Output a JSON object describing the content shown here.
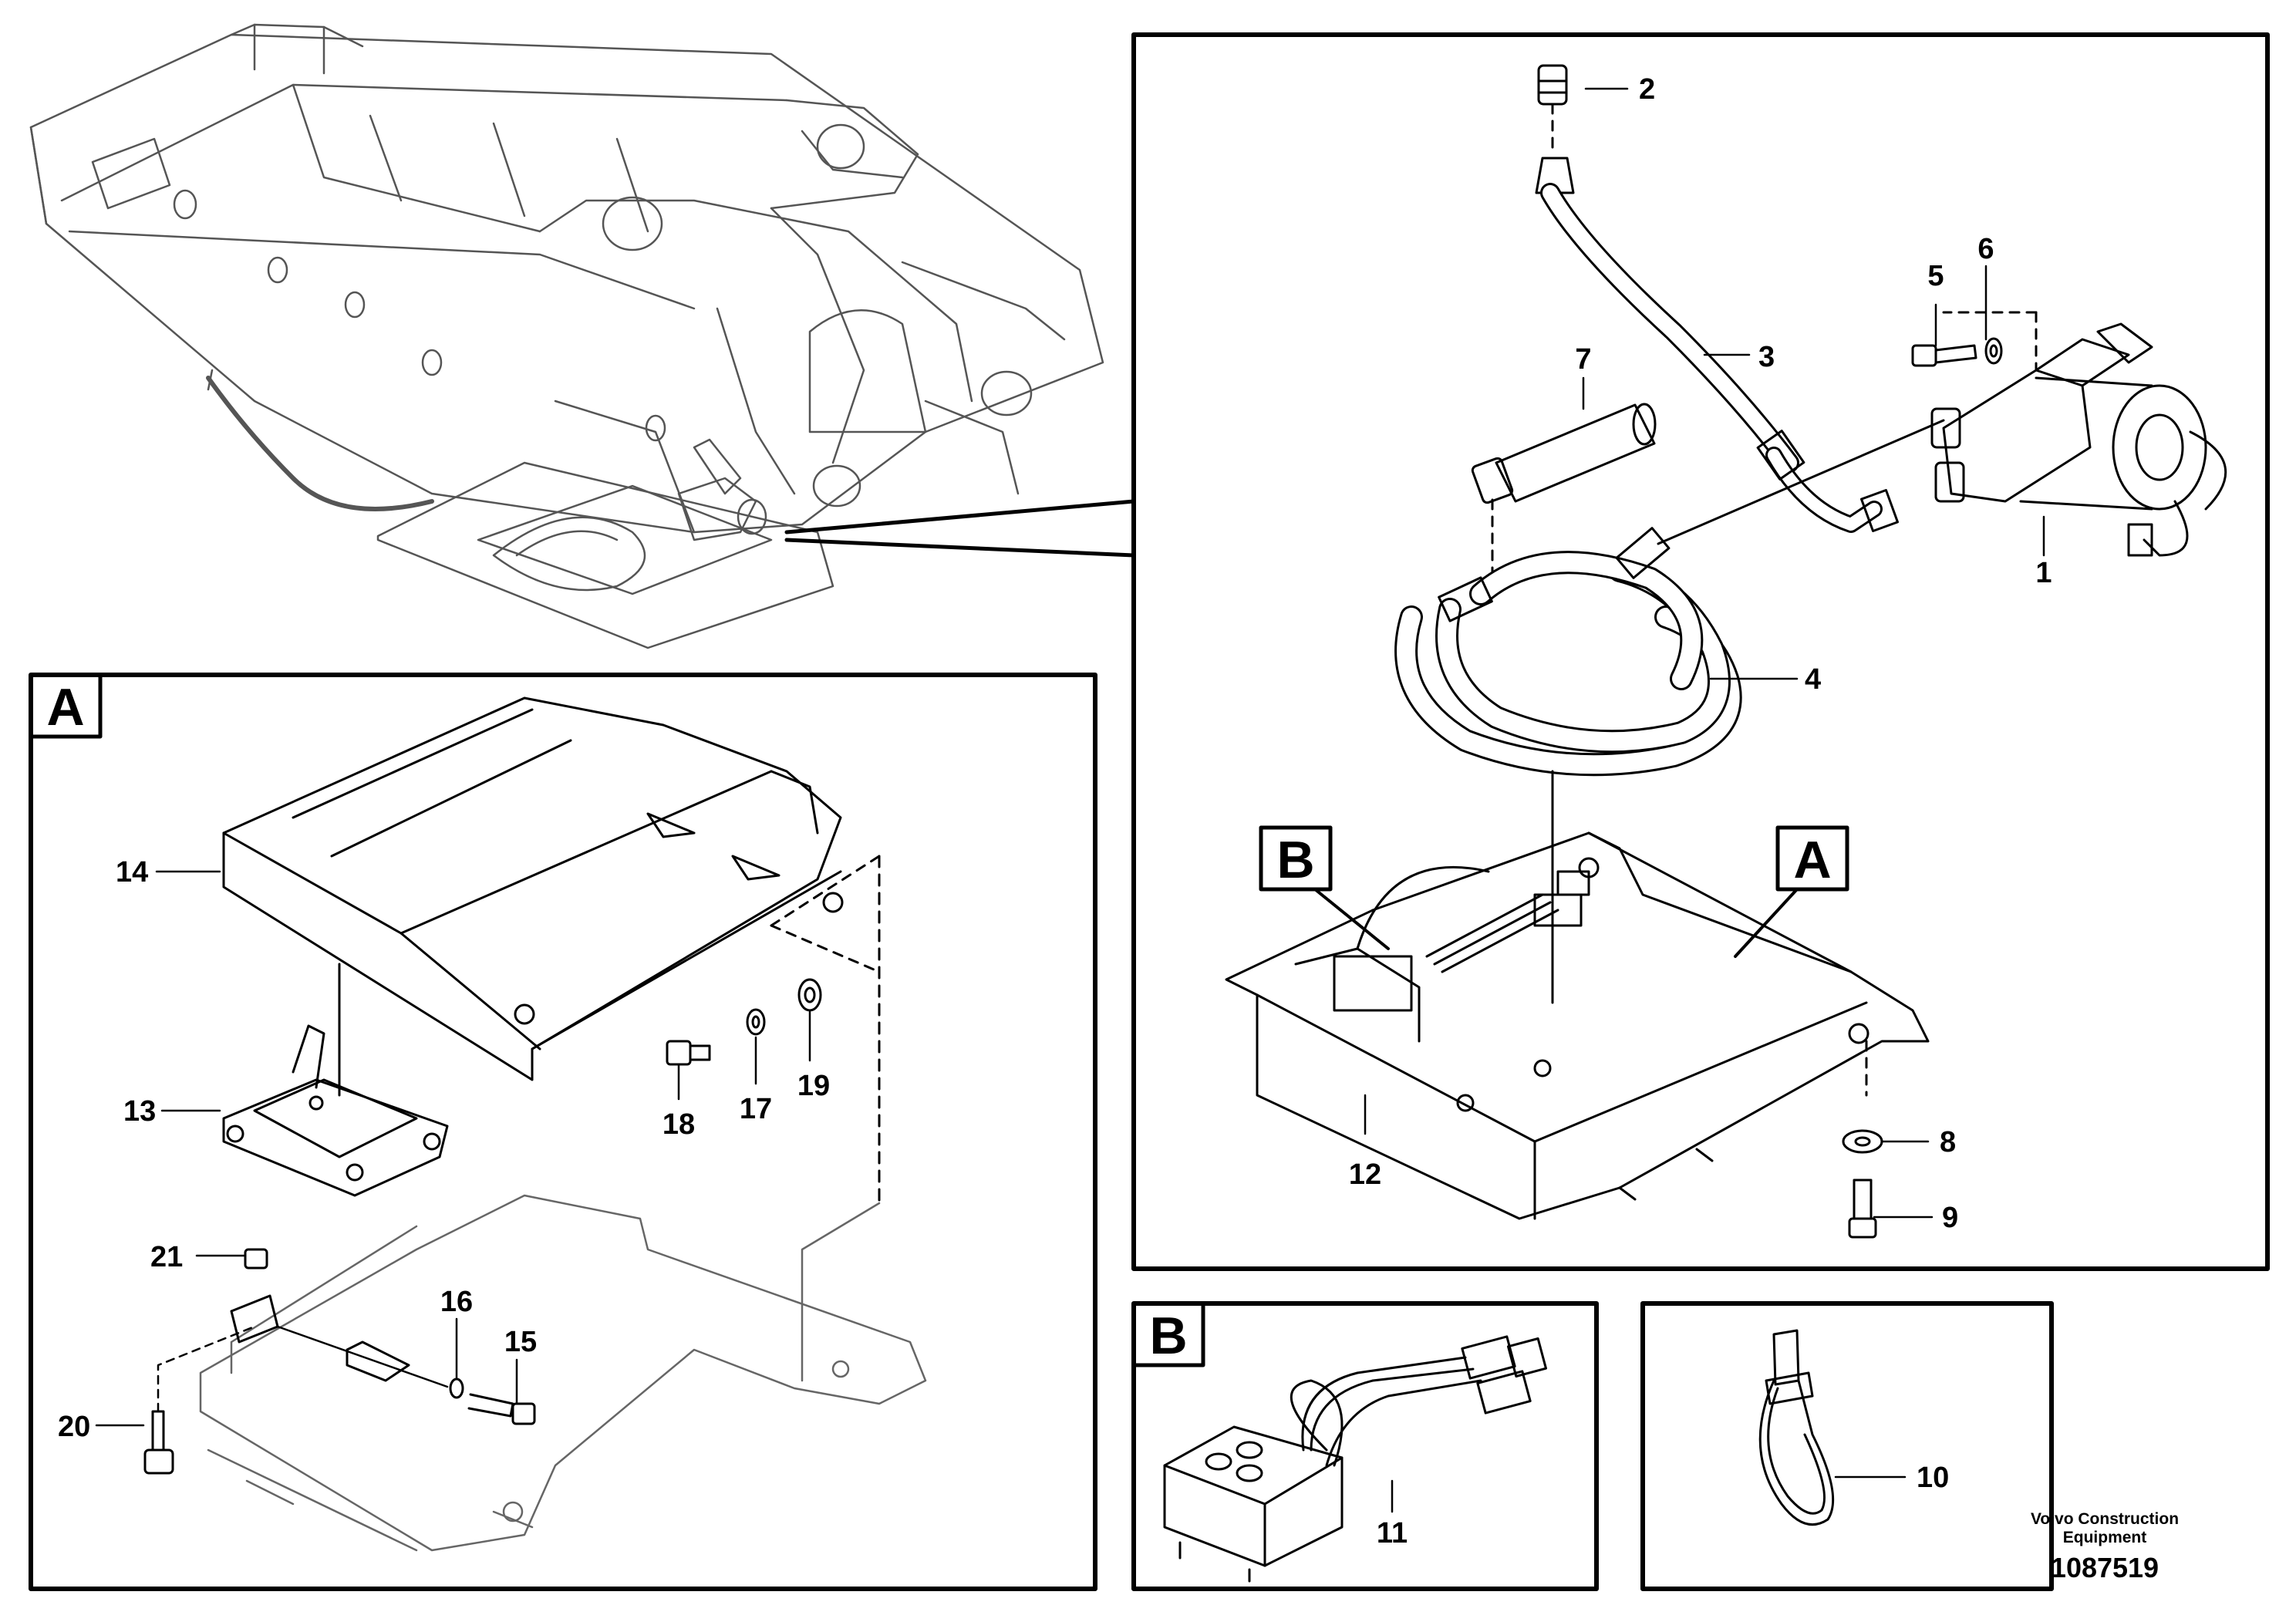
{
  "callouts": {
    "c1": "1",
    "c2": "2",
    "c3": "3",
    "c4": "4",
    "c5": "5",
    "c6": "6",
    "c7": "7",
    "c8": "8",
    "c9": "9",
    "c10": "10",
    "c11": "11",
    "c12": "12",
    "c13": "13",
    "c14": "14",
    "c15": "15",
    "c16": "16",
    "c17": "17",
    "c18": "18",
    "c19": "19",
    "c20": "20",
    "c21": "21"
  },
  "detail_labels": {
    "a_panel": "A",
    "b_panel": "B",
    "a_ref": "A",
    "b_ref": "B"
  },
  "footer": {
    "brand_line1": "Volvo Construction",
    "brand_line2": "Equipment",
    "doc_number": "1087519"
  }
}
